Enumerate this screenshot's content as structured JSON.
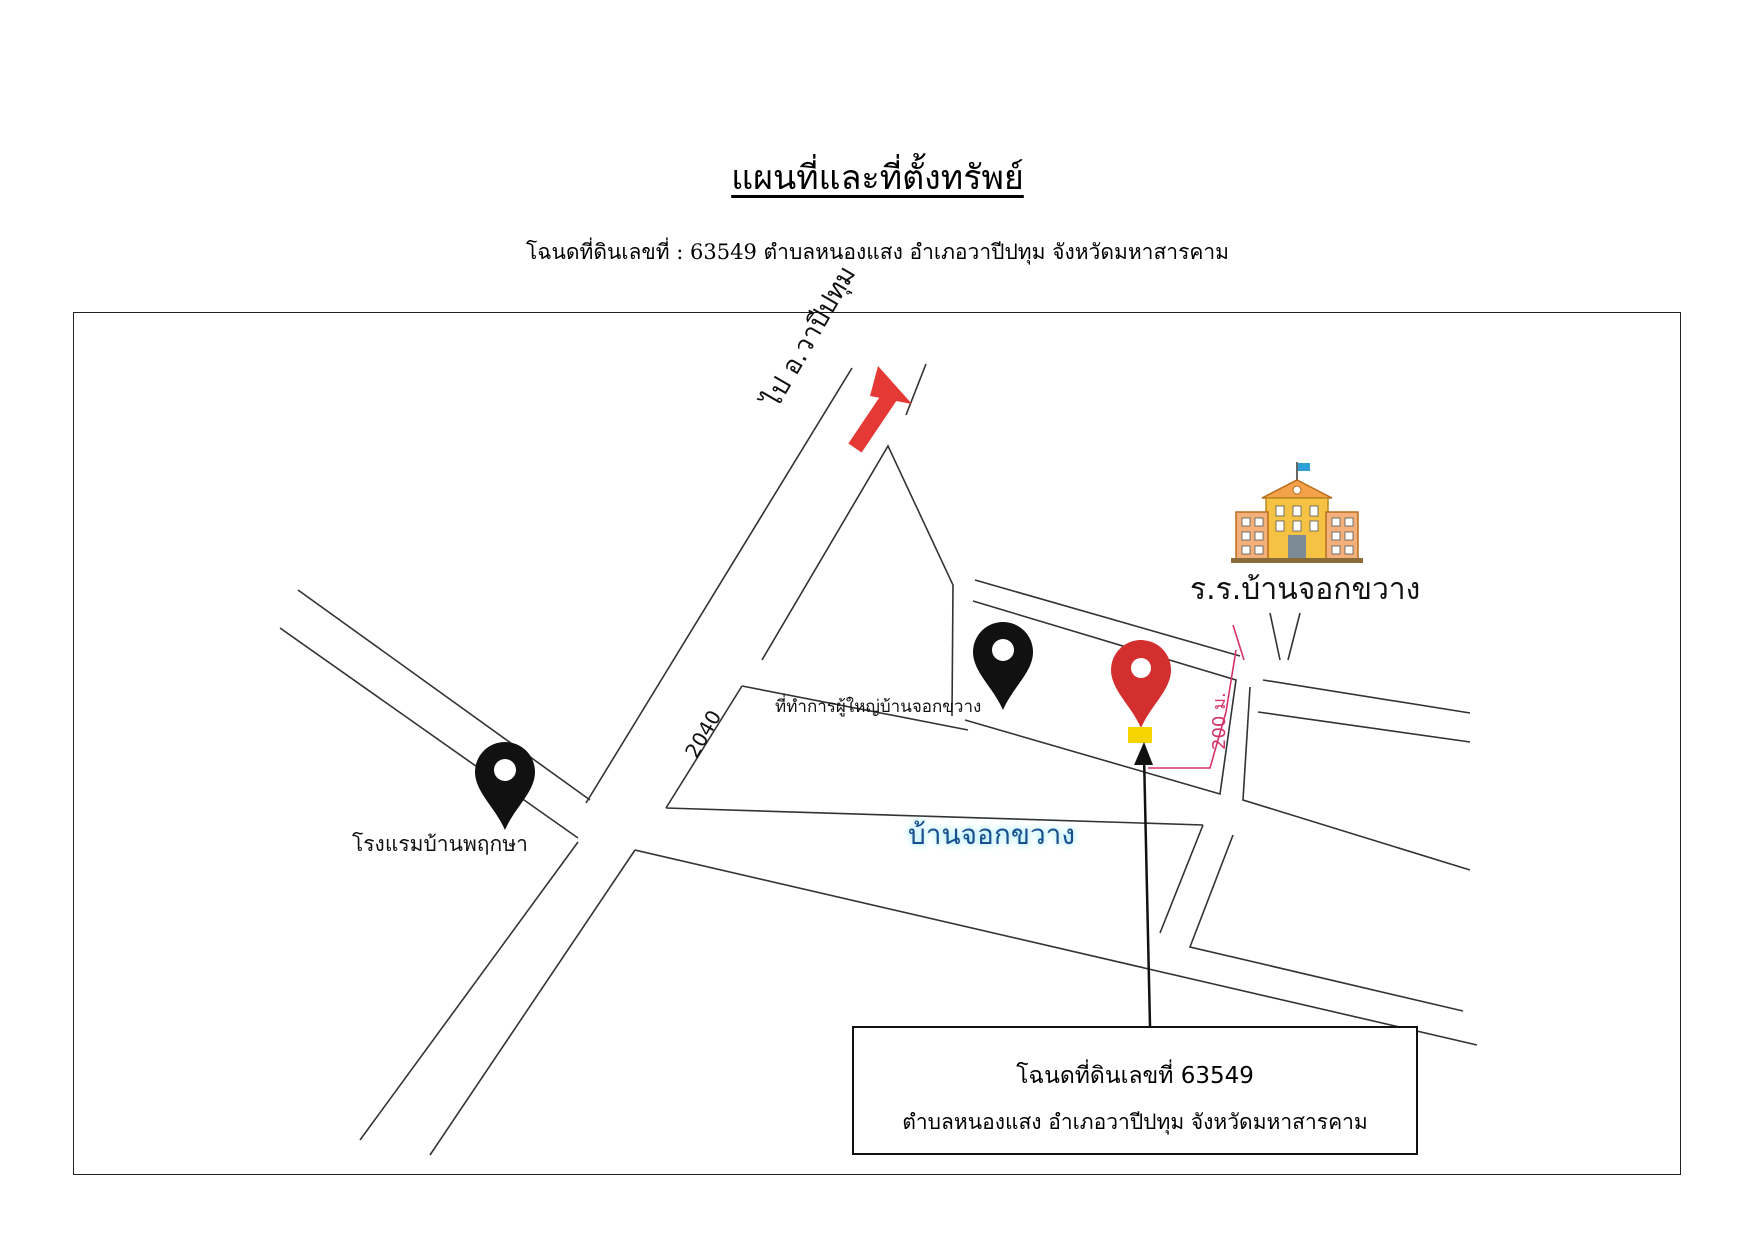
{
  "document": {
    "title": "แผนที่และที่ตั้งทรัพย์",
    "subtitle": "โฉนดที่ดินเลขที่ : 63549  ตำบลหนองแสง อำเภอวาปีปทุม จังหวัดมหาสารคาม"
  },
  "map": {
    "road_north_label": "ไป อ.วาปีปทุม",
    "road_number_label": "2040",
    "office_label": "ที่ทำการผู้ใหญ่บ้านจอกขวาง",
    "hotel_label": "โรงแรมบ้านพฤกษา",
    "school_label": "ร.ร.บ้านจอกขวาง",
    "village_label": "บ้านจอกขวาง",
    "distance_label": "200 ม.",
    "icons": [
      "location-pin-icon",
      "school-building-icon",
      "north-arrow-icon"
    ],
    "colors": {
      "target_pin": "#d32f2f",
      "landmark_pin": "#111111",
      "direction_arrow": "#e53935",
      "parcel_marker": "#f5d400",
      "distance_line": "#d6336c",
      "village_text": "#1a4f8e"
    }
  },
  "callout": {
    "line1": "โฉนดที่ดินเลขที่ 63549",
    "line2": "ตำบลหนองแสง อำเภอวาปีปทุม จังหวัดมหาสารคาม"
  }
}
